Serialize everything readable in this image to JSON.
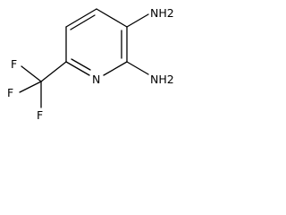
{
  "structure": {
    "atoms": {
      "amine_top": "NH2",
      "amine_bottom": "NH2",
      "ring_nitrogen": "N",
      "fluorine_top": "F",
      "fluorine_left": "F",
      "fluorine_bottom": "F"
    },
    "colors": {
      "bond": "#000000",
      "label": "#000000",
      "background": "#ffffff"
    }
  }
}
